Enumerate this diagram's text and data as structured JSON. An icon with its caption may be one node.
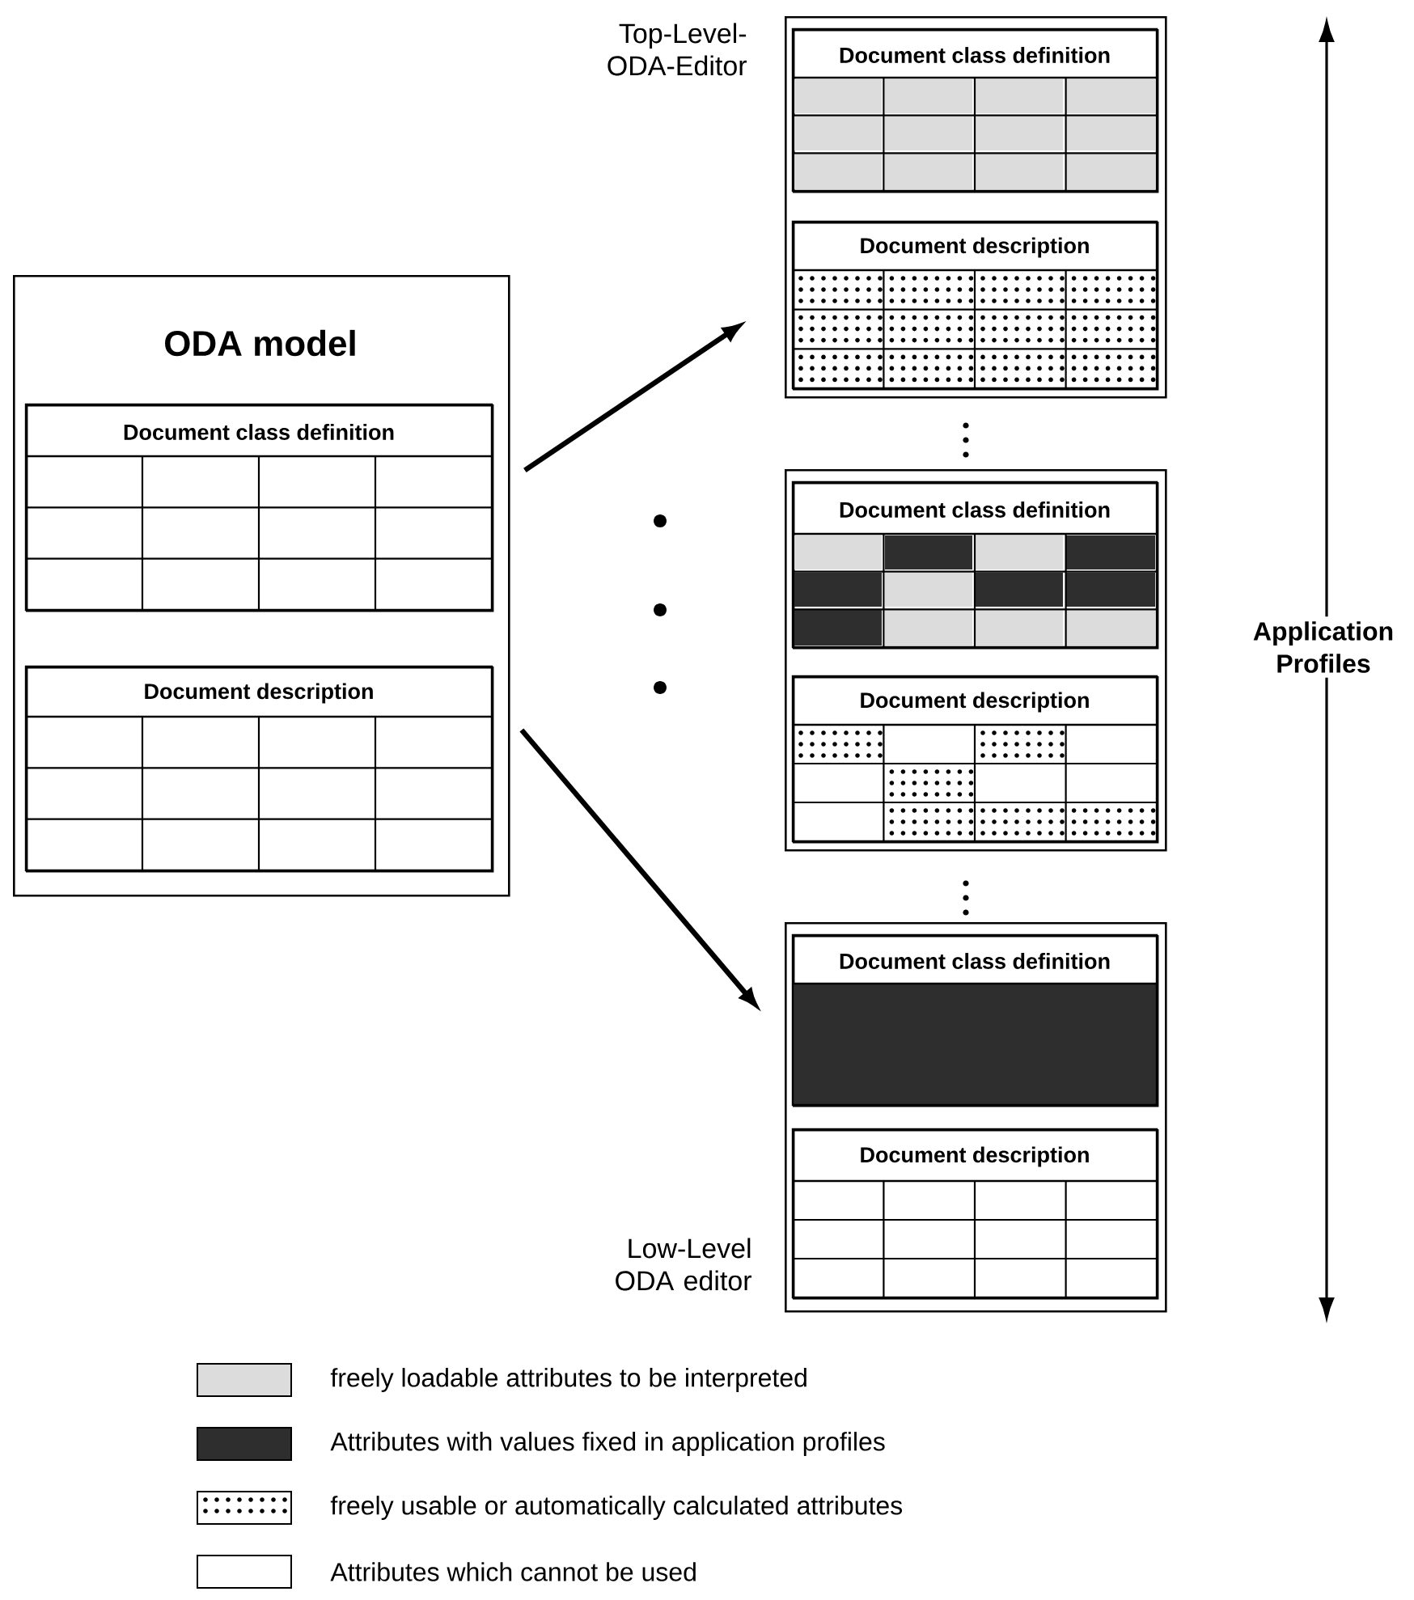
{
  "diagram": {
    "nodes": [
      {
        "text": [
          "ODA model"
        ]
      },
      {
        "text": [
          "Document class definition"
        ],
        "in": 0
      },
      {
        "text": [
          "Document description"
        ],
        "in": 0
      },
      {
        "text": [],
        "shape": "box",
        "beside": [
          "Top-Level- ODA-Editor"
        ]
      },
      {
        "text": [
          "Document class definition"
        ],
        "in": 3
      },
      {
        "text": [
          "Document description"
        ],
        "in": 3
      },
      {
        "text": [],
        "shape": "box"
      },
      {
        "text": [
          "Document class definition"
        ],
        "in": 6
      },
      {
        "text": [
          "Document description"
        ],
        "in": 6
      },
      {
        "text": [],
        "shape": "box",
        "beside": [
          "Low-Level ODA editor"
        ]
      },
      {
        "text": [
          "Document class definition"
        ],
        "in": 9
      },
      {
        "text": [
          "Document description"
        ],
        "in": 9
      }
    ],
    "edges": [
      {
        "from": 0,
        "to": 3,
        "arrow": "to"
      },
      {
        "from": 0,
        "to": 9,
        "arrow": "to"
      }
    ],
    "labels": [
      "Application Profiles"
    ],
    "legend": [
      {
        "text": "freely loadable attributes to be interpreted",
        "color": "#dcdcdc"
      },
      {
        "text": "Attributes with values fixed in application profiles",
        "color": "#2e2e2e"
      },
      {
        "text": "freely usable or automatically calculated attributes"
      },
      {
        "text": "Attributes which cannot be used"
      }
    ]
  }
}
